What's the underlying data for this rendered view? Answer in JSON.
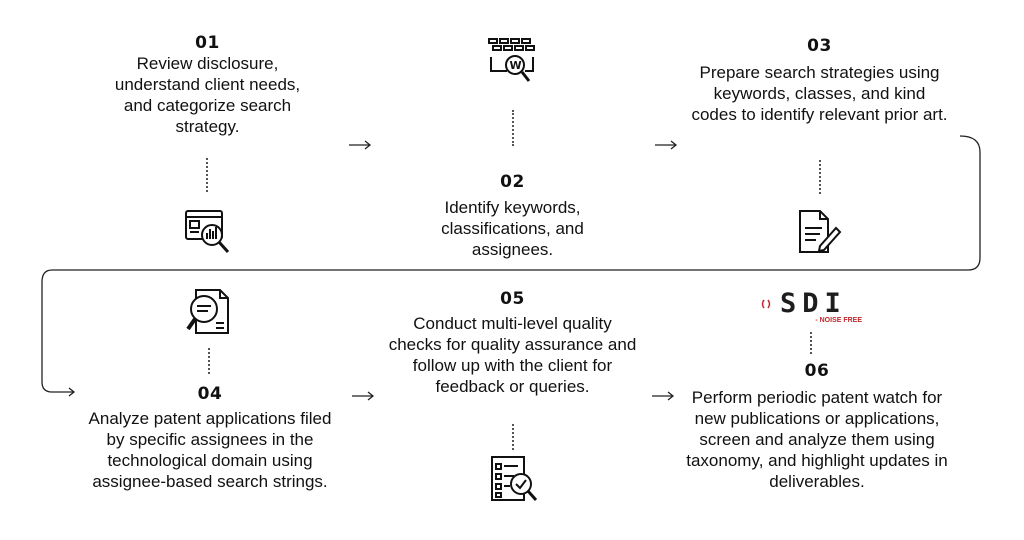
{
  "steps": [
    {
      "number": "01",
      "text": "Review disclosure, understand client needs, and categorize search strategy."
    },
    {
      "number": "02",
      "text": "Identify keywords, classifications, and assignees."
    },
    {
      "number": "03",
      "text": "Prepare search strategies using keywords, classes, and kind codes to identify relevant prior art."
    },
    {
      "number": "04",
      "text": "Analyze patent applications filed by specific assignees in the technological domain using assignee-based search strings."
    },
    {
      "number": "05",
      "text": "Conduct multi-level quality checks for quality assurance and follow up with the client for feedback or queries."
    },
    {
      "number": "06",
      "text": "Perform periodic patent watch for new publications or applications, screen and analyze them using taxonomy, and highlight updates in deliverables."
    }
  ],
  "logo": {
    "brand": "SDI",
    "tagline": "- NOISE FREE",
    "accent_color": "#c0272d"
  },
  "icons": [
    "analytics-screen-icon",
    "web-search-icon",
    "document-edit-icon",
    "document-search-icon",
    "checklist-search-icon"
  ]
}
